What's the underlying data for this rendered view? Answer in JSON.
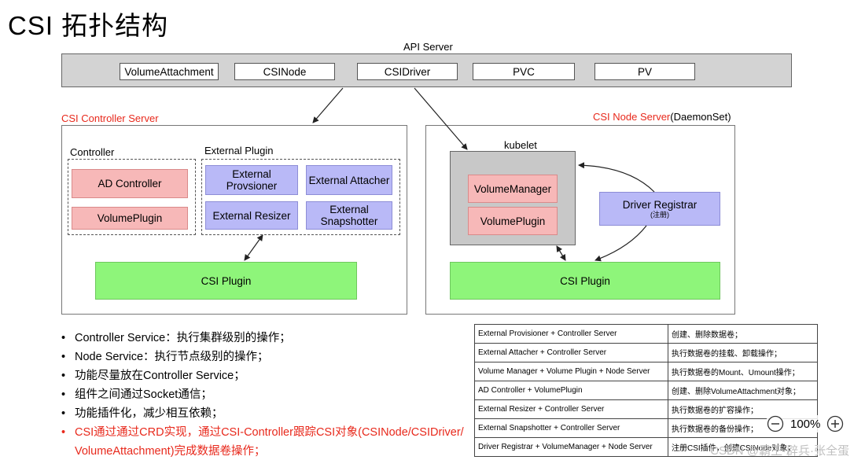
{
  "title": "CSI 拓扑结构",
  "api_server": {
    "label": "API Server",
    "objects": [
      "VolumeAttachment",
      "CSINode",
      "CSIDriver",
      "PVC",
      "PV"
    ]
  },
  "controller_server": {
    "label": "CSI Controller Server",
    "controller_label": "Controller",
    "external_plugin_label": "External Plugin",
    "ad_controller": "AD Controller",
    "volume_plugin": "VolumePlugin",
    "external_provisioner": "External Provsioner",
    "external_attacher": "External Attacher",
    "external_resizer": "External Resizer",
    "external_snapshotter": "External Snapshotter",
    "csi_plugin": "CSI Plugin"
  },
  "node_server": {
    "label_red": "CSI Node Server",
    "label_black": "(DaemonSet)",
    "kubelet_label": "kubelet",
    "volume_manager": "VolumeManager",
    "volume_plugin": "VolumePlugin",
    "driver_registrar": "Driver Registrar",
    "driver_registrar_note": "(注册)",
    "csi_plugin": "CSI Plugin"
  },
  "bullets": [
    "Controller Service：执行集群级别的操作；",
    "Node Service：执行节点级别的操作；",
    "功能尽量放在Controller Service；",
    "组件之间通过Socket通信；",
    "功能插件化，减少相互依赖；"
  ],
  "bullet_red_line1": "CSI通过通过CRD实现，通过CSI-Controller跟踪CSI对象(CSINode/CSIDriver/",
  "bullet_red_line2": "VolumeAttachment)完成数据卷操作；",
  "table": [
    [
      "External Provisioner + Controller Server",
      "创建、删除数据卷；"
    ],
    [
      "External Attacher + Controller Server",
      "执行数据卷的挂载、卸载操作；"
    ],
    [
      "Volume Manager + Volume Plugin + Node Server",
      "执行数据卷的Mount、Umount操作；"
    ],
    [
      "AD Controller + VolumePlugin",
      "创建、删除VolumeAttachment对象；"
    ],
    [
      "External Resizer + Controller Server",
      "执行数据卷的扩容操作；"
    ],
    [
      "External Snapshotter + Controller Server",
      "执行数据卷的备份操作；"
    ],
    [
      "Driver Registrar + VolumeManager + Node Server",
      "注册CSI插件，创建CSINode对象；"
    ]
  ],
  "zoom_level": "100%",
  "watermark": "CSDN @霸王·辟兵·张全蛋",
  "colors": {
    "red_text": "#e8291c",
    "pink": "#f7b8b8",
    "purple": "#b9b9f7",
    "green": "#8ef57a",
    "api_bar": "#d3d3d3",
    "kubelet_bg": "#c8c8c8"
  }
}
